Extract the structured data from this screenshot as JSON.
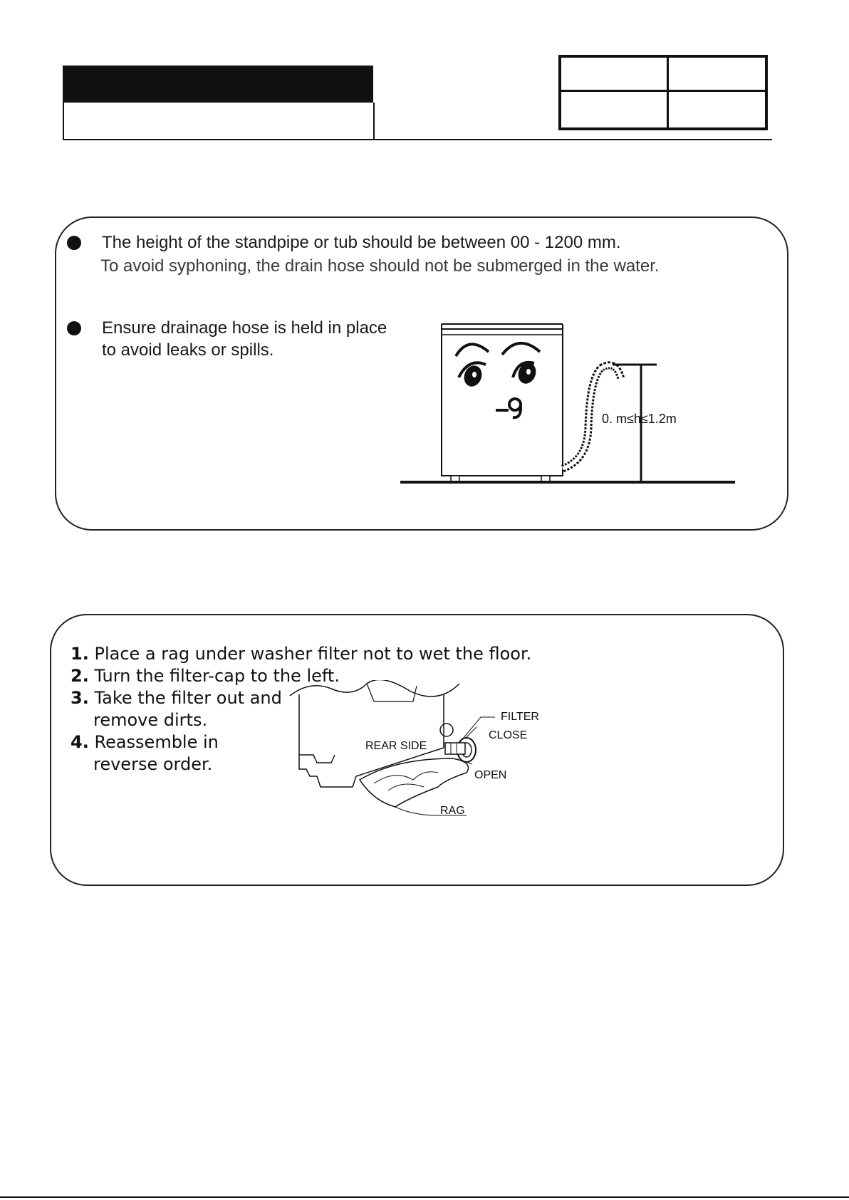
{
  "header": {
    "title_bar": "",
    "subtitle_bar": "",
    "table_cells": [
      "",
      "",
      "",
      ""
    ]
  },
  "drain_section": {
    "bullet1_line1": "The height of the standpipe or tub should be between   00 - 1200 mm.",
    "bullet1_line2": "To avoid syphoning, the drain hose should not be submerged in the water.",
    "bullet2_line1": "Ensure drainage hose is held in place",
    "bullet2_line2": "to avoid leaks or spills.",
    "height_label": "0.  m≤h≤1.2m"
  },
  "filter_section": {
    "steps": [
      {
        "num": "1.",
        "lines": [
          "Place a rag under washer filter not to wet the floor."
        ]
      },
      {
        "num": "2.",
        "lines": [
          "Turn the filter-cap to the left."
        ]
      },
      {
        "num": "3.",
        "lines": [
          "Take the filter out and",
          "remove dirts."
        ]
      },
      {
        "num": "4.",
        "lines": [
          "Reassemble in",
          "reverse order."
        ]
      }
    ],
    "labels": {
      "filter": "FILTER",
      "close": "CLOSE",
      "rear_side": "REAR SIDE",
      "open": "OPEN",
      "rag": "RAG"
    }
  }
}
